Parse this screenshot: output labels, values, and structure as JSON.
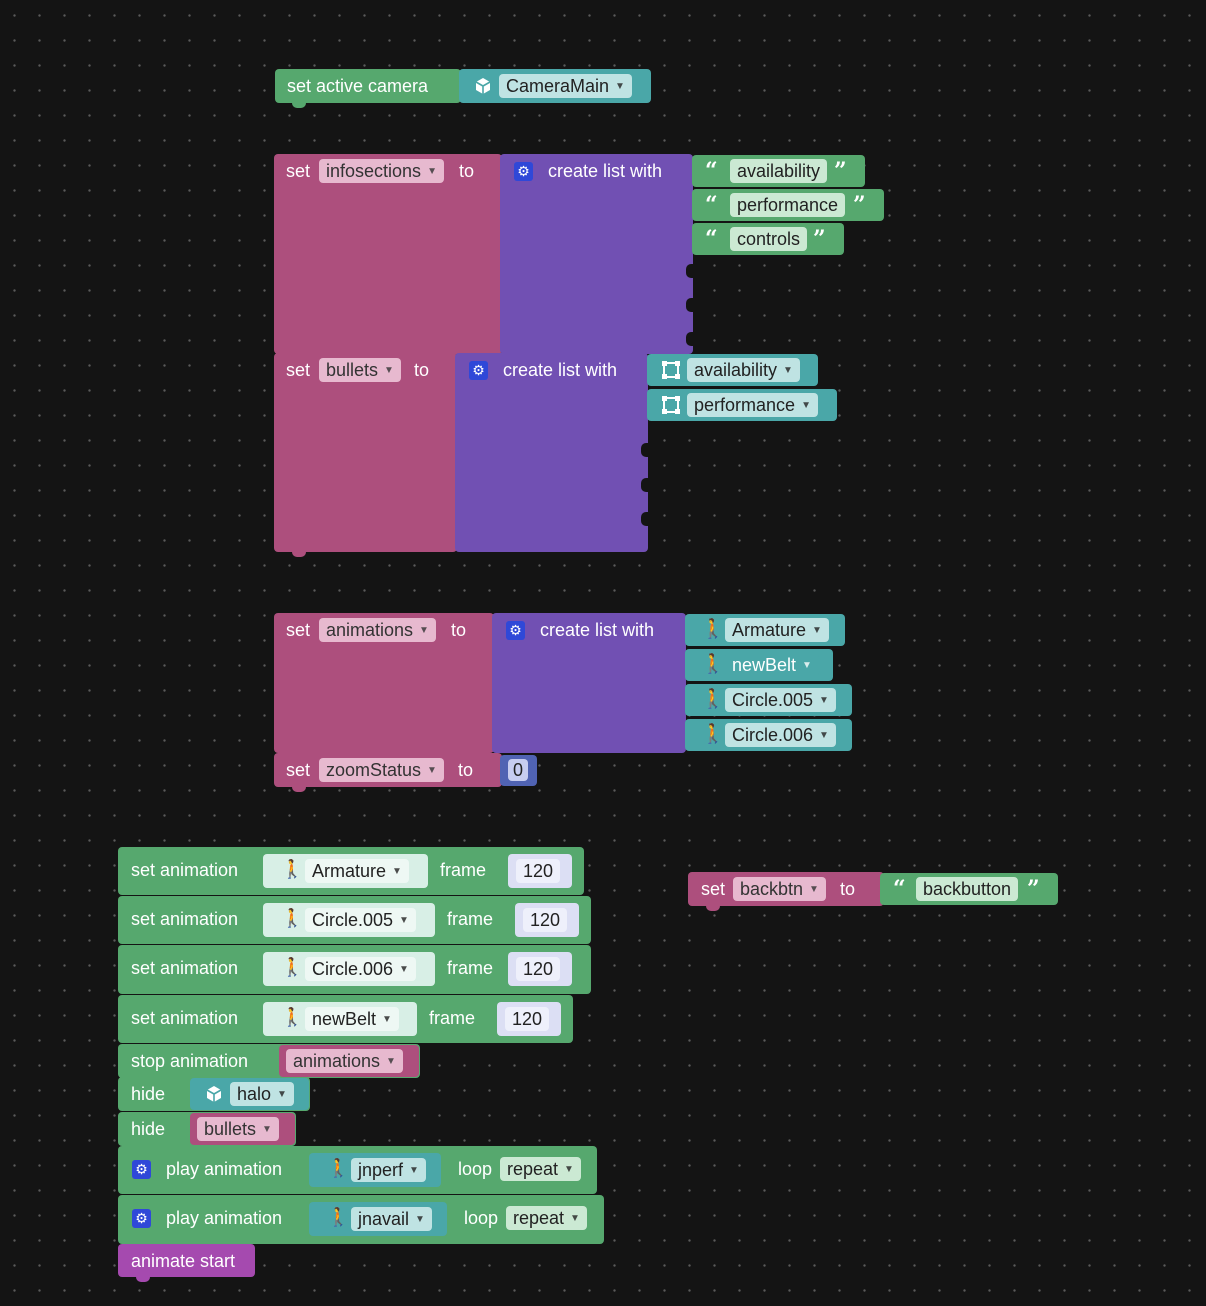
{
  "colors": {
    "green": "#56a86e",
    "pink": "#ad4f7d",
    "purple": "#7150b3",
    "teal": "#4aa7a8",
    "magenta": "#a54aaf",
    "blue": "#5063b3"
  },
  "camera": {
    "label": "set active camera",
    "value": "CameraMain"
  },
  "infosections": {
    "set": "set",
    "var": "infosections",
    "to": "to",
    "create": "create list with",
    "items": [
      "availability",
      "performance",
      "controls"
    ]
  },
  "bullets": {
    "set": "set",
    "var": "bullets",
    "to": "to",
    "create": "create list with",
    "items": [
      "availability",
      "performance"
    ]
  },
  "animations": {
    "set": "set",
    "var": "animations",
    "to": "to",
    "create": "create list with",
    "items": [
      "Armature",
      "newBelt",
      "Circle.005",
      "Circle.006"
    ]
  },
  "zoom": {
    "set": "set",
    "var": "zoomStatus",
    "to": "to",
    "value": "0"
  },
  "backbtn": {
    "set": "set",
    "var": "backbtn",
    "to": "to",
    "value": "backbutton"
  },
  "seq": {
    "set_anim": "set animation",
    "frame": "frame",
    "anims": [
      {
        "name": "Armature",
        "frame": "120"
      },
      {
        "name": "Circle.005",
        "frame": "120"
      },
      {
        "name": "Circle.006",
        "frame": "120"
      },
      {
        "name": "newBelt",
        "frame": "120"
      }
    ],
    "stop": "stop animation",
    "stop_var": "animations",
    "hide": "hide",
    "hide1": "halo",
    "hide2": "bullets",
    "play": "play animation",
    "loop": "loop",
    "repeat": "repeat",
    "play1": "jnperf",
    "play2": "jnavail",
    "start": "animate start"
  }
}
